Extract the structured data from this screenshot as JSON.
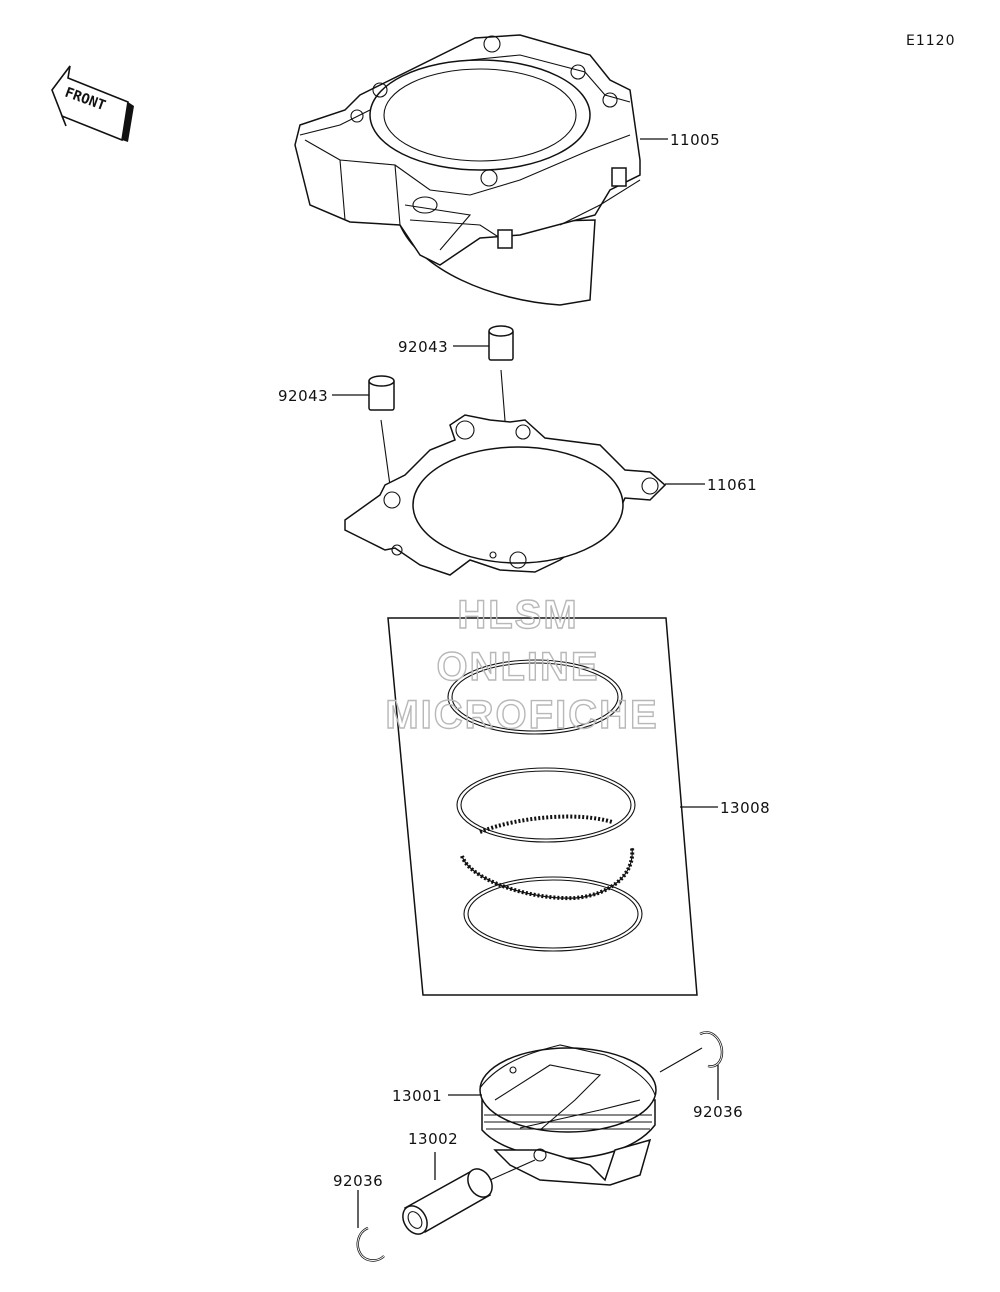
{
  "diagram_code": "E1120",
  "front_indicator": "FRONT",
  "watermark": [
    "HLSM",
    "ONLINE",
    "MICROFICHE"
  ],
  "parts": [
    {
      "number": "11005",
      "name": "cylinder"
    },
    {
      "number": "92043",
      "name": "dowel-pin-rear"
    },
    {
      "number": "92043",
      "name": "dowel-pin-front"
    },
    {
      "number": "11061",
      "name": "cylinder-base-gasket"
    },
    {
      "number": "13008",
      "name": "piston-ring-set"
    },
    {
      "number": "13001",
      "name": "piston"
    },
    {
      "number": "13002",
      "name": "piston-pin"
    },
    {
      "number": "92036",
      "name": "snap-ring-right"
    },
    {
      "number": "92036",
      "name": "snap-ring-left"
    }
  ],
  "colors": {
    "line": "#111111",
    "watermark": "#b8b8b8",
    "background": "#ffffff"
  }
}
